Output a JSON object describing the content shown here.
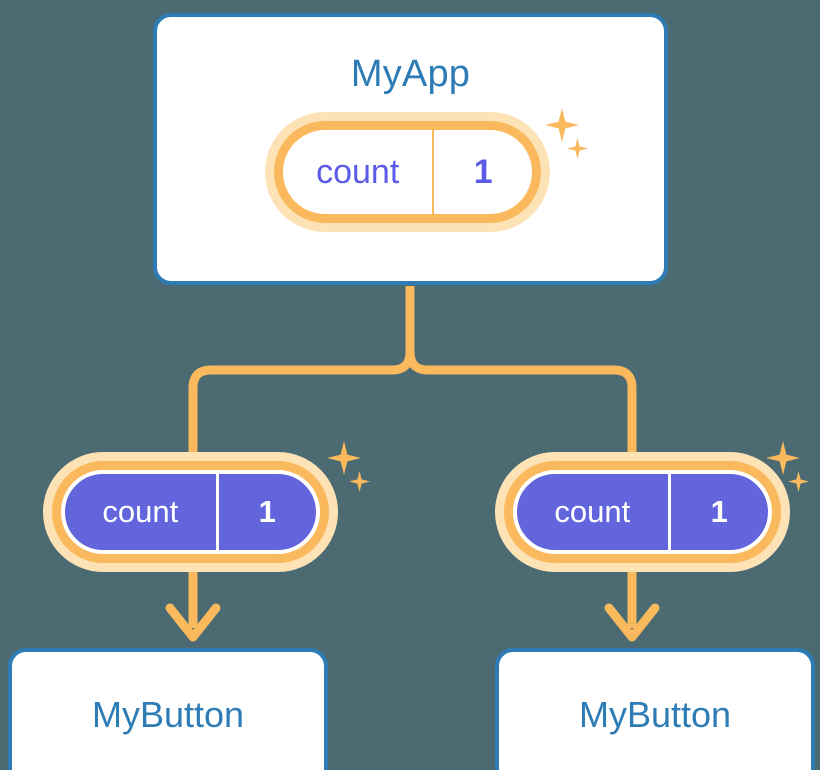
{
  "diagram": {
    "title_text": "MyApp",
    "background_color": "#4c6a72",
    "accent_orange": "#f9b95c",
    "accent_orange_pale": "#fde2b6",
    "accent_blue": "#2e7cb5",
    "accent_purple": "#6265dc",
    "state_text_purple": "#5b5be8"
  },
  "app_card": {
    "title": "MyApp",
    "state_pill": {
      "key": "count",
      "value": "1",
      "style": "outline"
    }
  },
  "children": [
    {
      "state_pill": {
        "key": "count",
        "value": "1",
        "style": "filled"
      },
      "card_label": "MyButton"
    },
    {
      "state_pill": {
        "key": "count",
        "value": "1",
        "style": "filled"
      },
      "card_label": "MyButton"
    }
  ],
  "sparkles": {
    "count": 6,
    "icon": "sparkle-four-point-star"
  }
}
